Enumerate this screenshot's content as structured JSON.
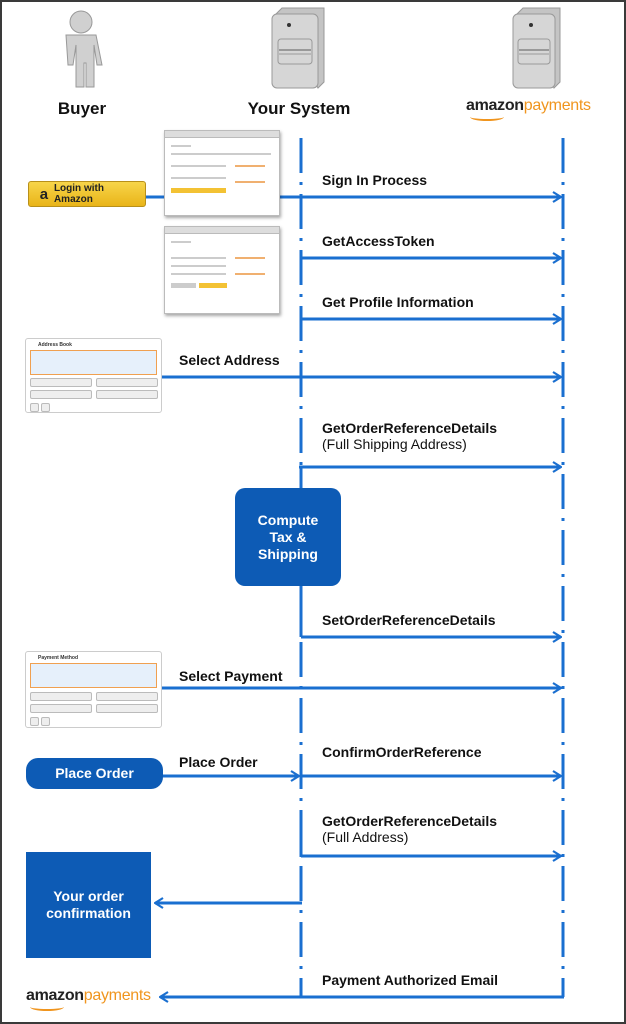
{
  "actors": {
    "buyer": "Buyer",
    "system": "Your System",
    "amazon_logo": {
      "amazon": "amazon",
      "payments": "payments"
    }
  },
  "colors": {
    "line": "#1a6fd0",
    "box": "#0d5bb5",
    "amazon_orange": "#f0951e",
    "login_button": "#f3c234"
  },
  "login_button": {
    "label": "Login with Amazon",
    "icon": "amazon-a-icon"
  },
  "widgets": {
    "address_book": "Address Book",
    "payment_method": "Payment Method"
  },
  "messages": [
    {
      "label": "Sign In Process"
    },
    {
      "label": "GetAccessToken"
    },
    {
      "label": "Get Profile Information"
    },
    {
      "label": "Select Address"
    },
    {
      "label": "GetOrderReferenceDetails",
      "sub": "(Full Shipping Address)"
    },
    {
      "label": "SetOrderReferenceDetails"
    },
    {
      "label": "Select Payment"
    },
    {
      "label": "Place Order"
    },
    {
      "label": "ConfirmOrderReference"
    },
    {
      "label": "GetOrderReferenceDetails",
      "sub": "(Full Address)"
    },
    {
      "label": "Payment Authorized Email"
    }
  ],
  "boxes": {
    "compute": "Compute Tax & Shipping",
    "place_order": "Place Order",
    "confirmation": "Your order confirmation"
  },
  "footer_logo": {
    "amazon": "amazon",
    "payments": "payments"
  }
}
